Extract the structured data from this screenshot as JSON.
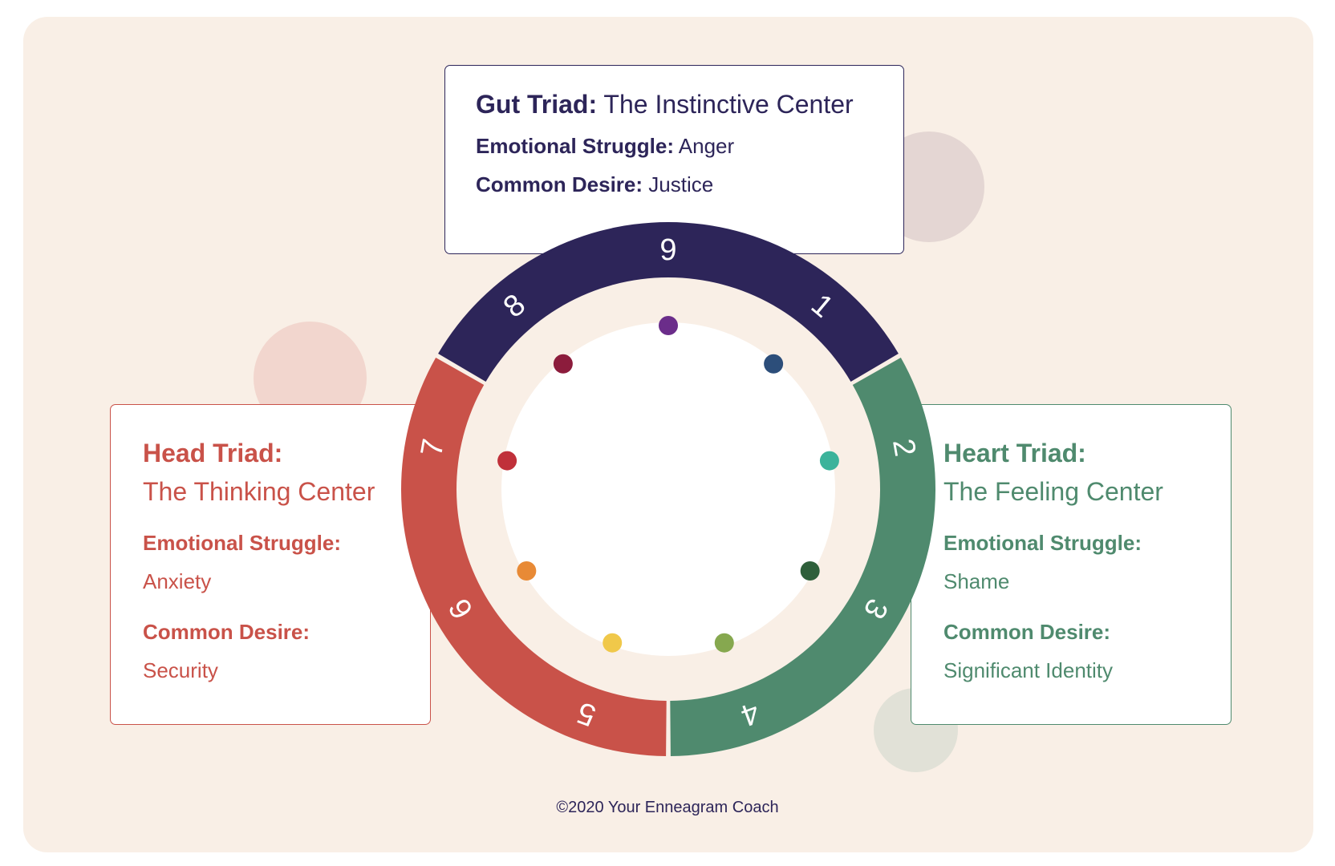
{
  "gut": {
    "title_bold": "Gut Triad:",
    "title_rest": " The Instinctive Center",
    "struggle_label": "Emotional Struggle:",
    "struggle_value": " Anger",
    "desire_label": "Common Desire:",
    "desire_value": " Justice"
  },
  "head": {
    "title": "Head Triad:",
    "subtitle": "The Thinking Center",
    "struggle_label": "Emotional Struggle:",
    "struggle_value": "Anxiety",
    "desire_label": "Common Desire:",
    "desire_value": "Security"
  },
  "heart": {
    "title": "Heart Triad:",
    "subtitle": "The Feeling Center",
    "struggle_label": "Emotional Struggle:",
    "struggle_value": "Shame",
    "desire_label": "Common Desire:",
    "desire_value": "Significant Identity"
  },
  "wheel": {
    "numbers": [
      "9",
      "1",
      "2",
      "3",
      "4",
      "5",
      "6",
      "7",
      "8"
    ],
    "triad_colors": {
      "gut": "#2d2559",
      "heart": "#4f8a6e",
      "head": "#c95249"
    },
    "dot_colors": [
      "#6b2d8a",
      "#2c4e7a",
      "#3cb39b",
      "#2e5f3a",
      "#86a84f",
      "#f0c84a",
      "#e88a36",
      "#c0303a",
      "#8c1c3c"
    ]
  },
  "footer": {
    "copyright": "©2020 Your Enneagram Coach"
  }
}
